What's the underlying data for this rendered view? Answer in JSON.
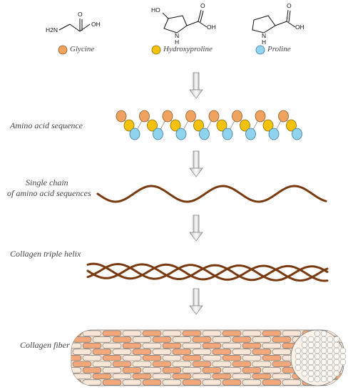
{
  "molecules": [
    {
      "name": "Glycine",
      "color": "#f0a35e"
    },
    {
      "name": "Hydroxyproline",
      "color": "#f4c20d"
    },
    {
      "name": "Proline",
      "color": "#8fd3ef"
    }
  ],
  "atoms": {
    "h2n": "H2N",
    "oh": "OH",
    "ho": "HO",
    "nh": "N",
    "h": "H",
    "o": "O"
  },
  "stages": [
    {
      "label": "Amino acid sequence"
    },
    {
      "label_line1": "Single chain",
      "label_line2": "of amino acid sequences"
    },
    {
      "label": "Collagen triple helix"
    },
    {
      "label": "Collagen fiber"
    }
  ],
  "colors": {
    "chain": "#7a3a10",
    "fiber_light": "#f8e6d6",
    "fiber_orange": "#f2a87a",
    "arrow": "#888888"
  }
}
